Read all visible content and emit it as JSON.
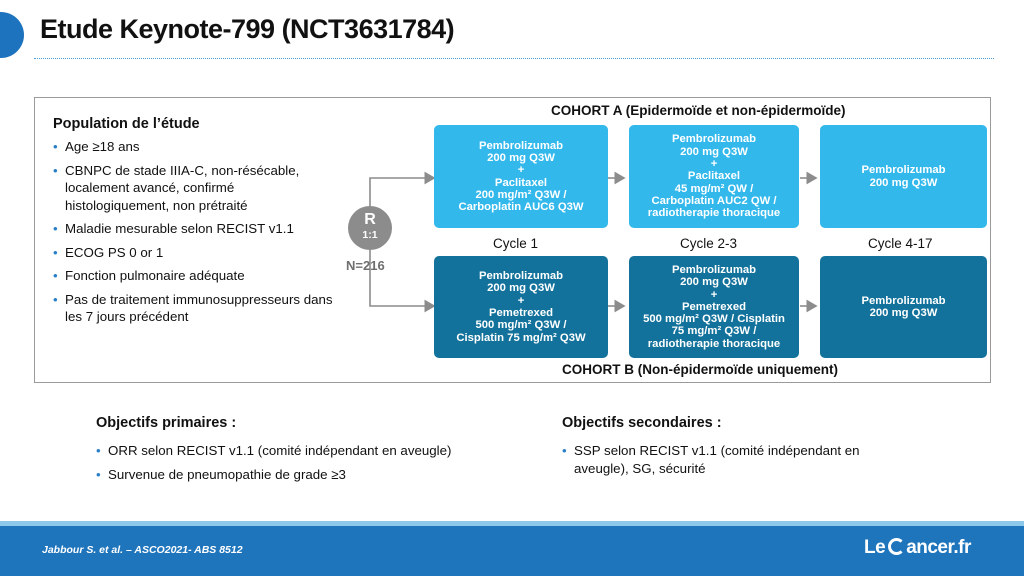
{
  "slide": {
    "title": "Etude Keynote-799 (NCT3631784)"
  },
  "population": {
    "title": "Population de l’étude",
    "items": [
      "Age ≥18 ans",
      "CBNPC de stade IIIA-C, non-résécable, localement avancé, confirmé histologiquement, non prétraité",
      "Maladie mesurable selon RECIST v1.1",
      "ECOG PS 0 or 1",
      "Fonction pulmonaire adéquate",
      "Pas de traitement immunosuppresseurs dans les 7 jours précédent"
    ]
  },
  "randomization": {
    "letter": "R",
    "ratio": "1:1",
    "n": "N=216"
  },
  "cohort_a": {
    "label": "COHORT A (Epidermoïde et non-épidermoïde)",
    "boxes": [
      [
        "Pembrolizumab",
        "200 mg Q3W",
        "+",
        "Paclitaxel",
        "200 mg/m² Q3W /",
        "Carboplatin AUC6 Q3W"
      ],
      [
        "Pembrolizumab",
        "200 mg Q3W",
        "+",
        "Paclitaxel",
        "45 mg/m² QW /",
        "Carboplatin AUC2 QW /",
        "radiotherapie thoracique"
      ],
      [
        "Pembrolizumab",
        "200 mg Q3W"
      ]
    ]
  },
  "cycles": [
    "Cycle 1",
    "Cycle 2-3",
    "Cycle 4-17"
  ],
  "cohort_b": {
    "label": "COHORT B (Non-épidermoïde uniquement)",
    "boxes": [
      [
        "Pembrolizumab",
        "200 mg Q3W",
        "+",
        "Pemetrexed",
        "500 mg/m² Q3W /",
        "Cisplatin 75 mg/m² Q3W"
      ],
      [
        "Pembrolizumab",
        "200 mg Q3W",
        "+",
        "Pemetrexed",
        "500 mg/m² Q3W / Cisplatin",
        "75 mg/m² Q3W /",
        "radiotherapie thoracique"
      ],
      [
        "Pembrolizumab",
        "200 mg Q3W"
      ]
    ]
  },
  "objectifs_primaires": {
    "title": "Objectifs primaires :",
    "items": [
      "ORR selon RECIST v1.1 (comité indépendant en aveugle)",
      "Survenue de pneumopathie de grade ≥3"
    ]
  },
  "objectifs_secondaires": {
    "title": "Objectifs secondaires :",
    "items": [
      "SSP selon RECIST v1.1 (comité indépendant en aveugle), SG, sécurité"
    ]
  },
  "footer": {
    "citation": "Jabbour S. et al. – ASCO2021- ABS 8512",
    "logo_left": "Le",
    "logo_right": "ancer.fr"
  },
  "colors": {
    "brand_blue": "#1f75bc",
    "box_light": "#33b8ec",
    "box_dark": "#13729b",
    "connector_gray": "#8c8c8c"
  }
}
